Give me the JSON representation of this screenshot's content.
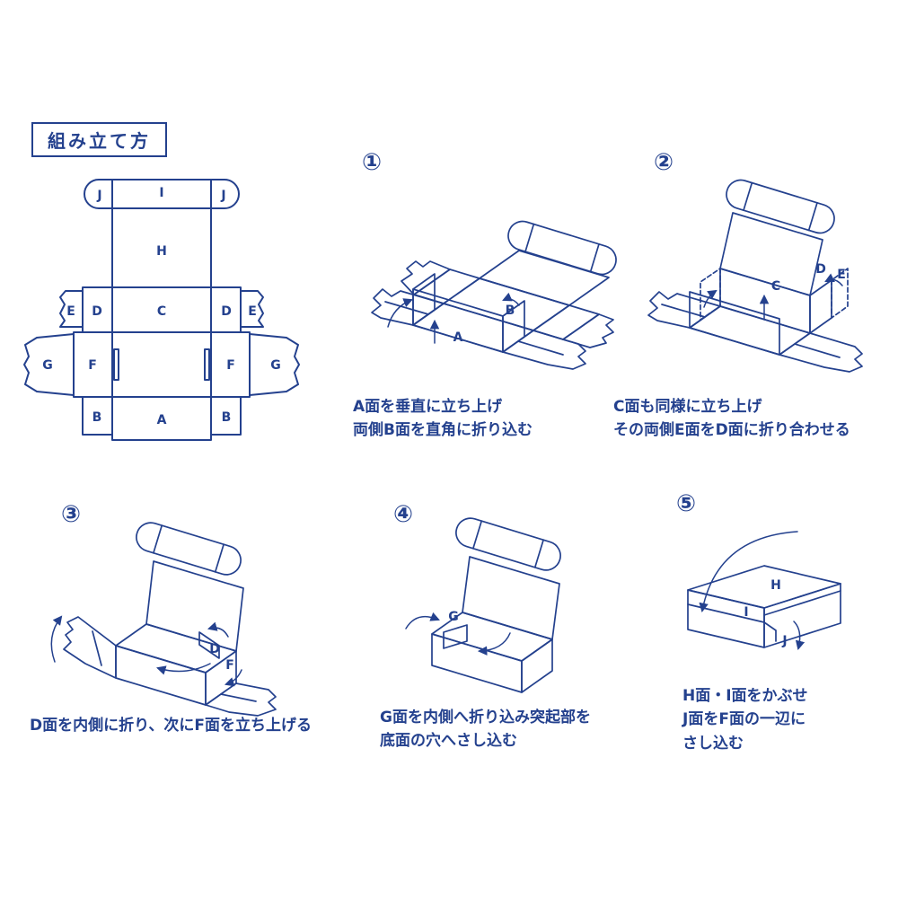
{
  "title": "組み立て方",
  "colors": {
    "ink": "#24418e",
    "background": "#ffffff"
  },
  "template": {
    "labels": {
      "j_left": "J",
      "i": "I",
      "j_right": "J",
      "h": "H",
      "e_left": "E",
      "d_left": "D",
      "c": "C",
      "d_right": "D",
      "e_right": "E",
      "g_left": "G",
      "f_left": "F",
      "f_right": "F",
      "g_right": "G",
      "b_left": "B",
      "a": "A",
      "b_right": "B"
    }
  },
  "steps": [
    {
      "number": "①",
      "labels": {
        "a": "A",
        "b": "B"
      },
      "caption_lines": [
        "A面を垂直に立ち上げ",
        "両側B面を直角に折り込む"
      ]
    },
    {
      "number": "②",
      "labels": {
        "c": "C",
        "d": "D",
        "e": "E"
      },
      "caption_lines": [
        "C面も同様に立ち上げ",
        "その両側E面をD面に折り合わせる"
      ]
    },
    {
      "number": "③",
      "labels": {
        "d": "D",
        "f": "F"
      },
      "caption_lines": [
        "D面を内側に折り、次にF面を立ち上げる"
      ]
    },
    {
      "number": "④",
      "labels": {
        "g": "G"
      },
      "caption_lines": [
        "G面を内側へ折り込み突起部を",
        "底面の穴へさし込む"
      ]
    },
    {
      "number": "⑤",
      "labels": {
        "h": "H",
        "i": "I",
        "j": "J"
      },
      "caption_lines": [
        "H面・I面をかぶせ",
        "J面をF面の一辺に",
        "さし込む"
      ]
    }
  ]
}
